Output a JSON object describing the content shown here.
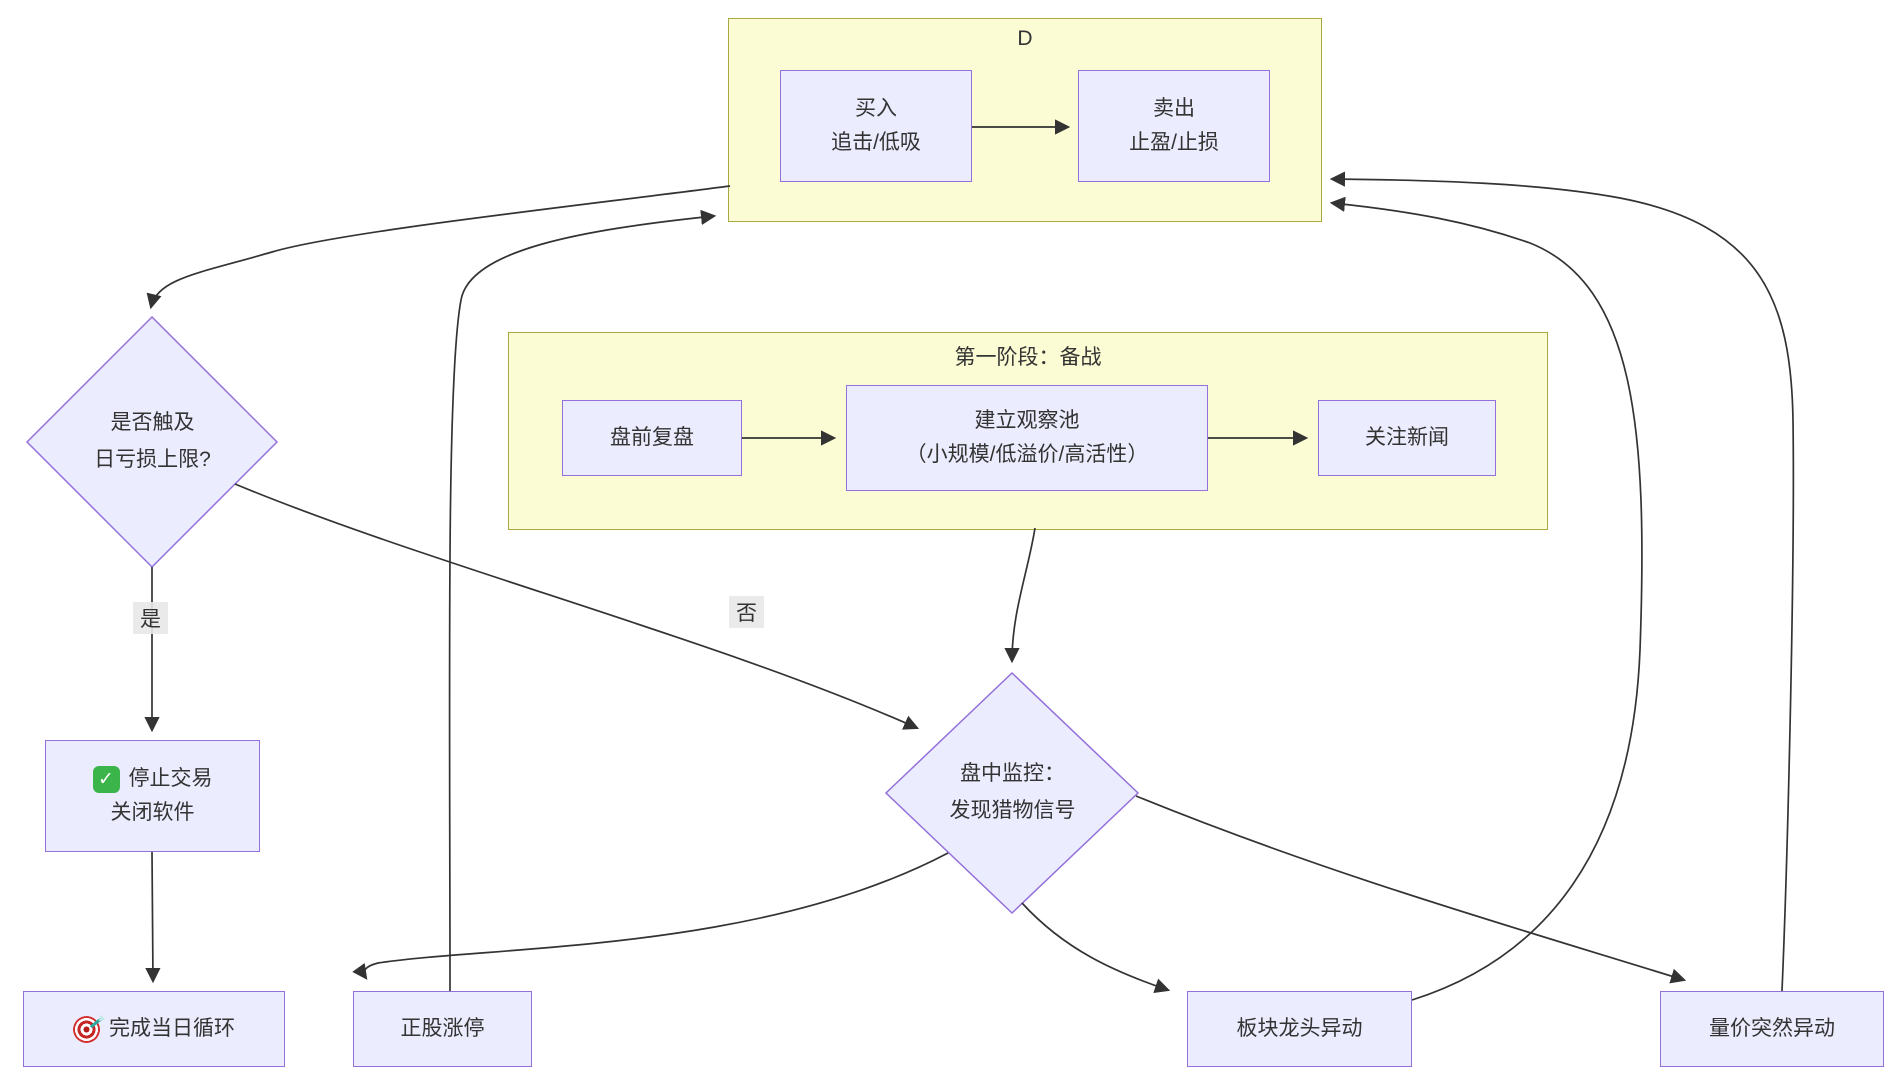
{
  "containers": {
    "d": {
      "label": "D"
    },
    "stage1": {
      "label": "第一阶段：备战"
    }
  },
  "nodes": {
    "buy": {
      "lines": [
        "买入",
        "追击/低吸"
      ]
    },
    "sell": {
      "lines": [
        "卖出",
        "止盈/止损"
      ]
    },
    "pre_review": {
      "lines": [
        "盘前复盘"
      ]
    },
    "watch_pool": {
      "lines": [
        "建立观察池",
        "（小规模/低溢价/高活性）"
      ]
    },
    "news": {
      "lines": [
        "关注新闻"
      ]
    },
    "loss_check": {
      "lines": [
        "是否触及",
        "日亏损上限?"
      ]
    },
    "stop_trading": {
      "icon": "check-emoji",
      "lines": [
        "停止交易",
        "关闭软件"
      ]
    },
    "daily_done": {
      "icon": "target-emoji",
      "lines": [
        "完成当日循环"
      ]
    },
    "monitor": {
      "lines": [
        "盘中监控：",
        "发现猎物信号"
      ]
    },
    "limit_up": {
      "lines": [
        "正股涨停"
      ]
    },
    "sector_leader": {
      "lines": [
        "板块龙头异动"
      ]
    },
    "volume_move": {
      "lines": [
        "量价突然异动"
      ]
    }
  },
  "edge_labels": {
    "yes": "是",
    "no": "否"
  },
  "colors": {
    "node_fill": "#ECECFF",
    "node_border": "#9370DB",
    "container_fill": "#FCFCD4",
    "container_border": "#A9A943",
    "edge": "#333333",
    "edge_label_bg": "#E8E8E8",
    "text": "#333333",
    "check_icon_green": "#3BB54A",
    "target_icon_red": "#C62828"
  }
}
